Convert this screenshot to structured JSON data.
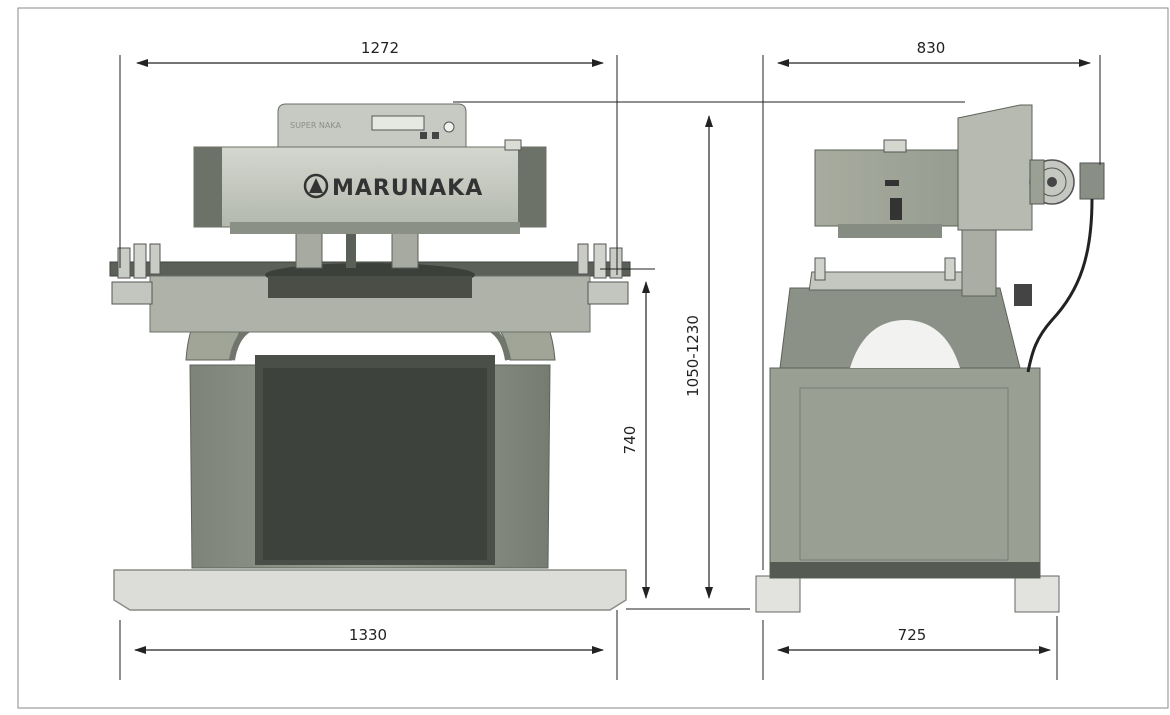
{
  "brand": {
    "logo_text": "MARUNAKA",
    "panel_text": "SUPER NAKA"
  },
  "dimensions": {
    "top_width_front": "1272",
    "top_width_side": "830",
    "total_height": "1050-1230",
    "table_height": "740",
    "base_width_front": "1330",
    "base_width_side": "725"
  },
  "colors": {
    "machine_body": "#8f9589",
    "machine_dark": "#5f655c",
    "machine_light": "#b6bbb1",
    "base_plate": "#d9dad6",
    "dimension_line": "#222222",
    "frame": "#888888"
  }
}
